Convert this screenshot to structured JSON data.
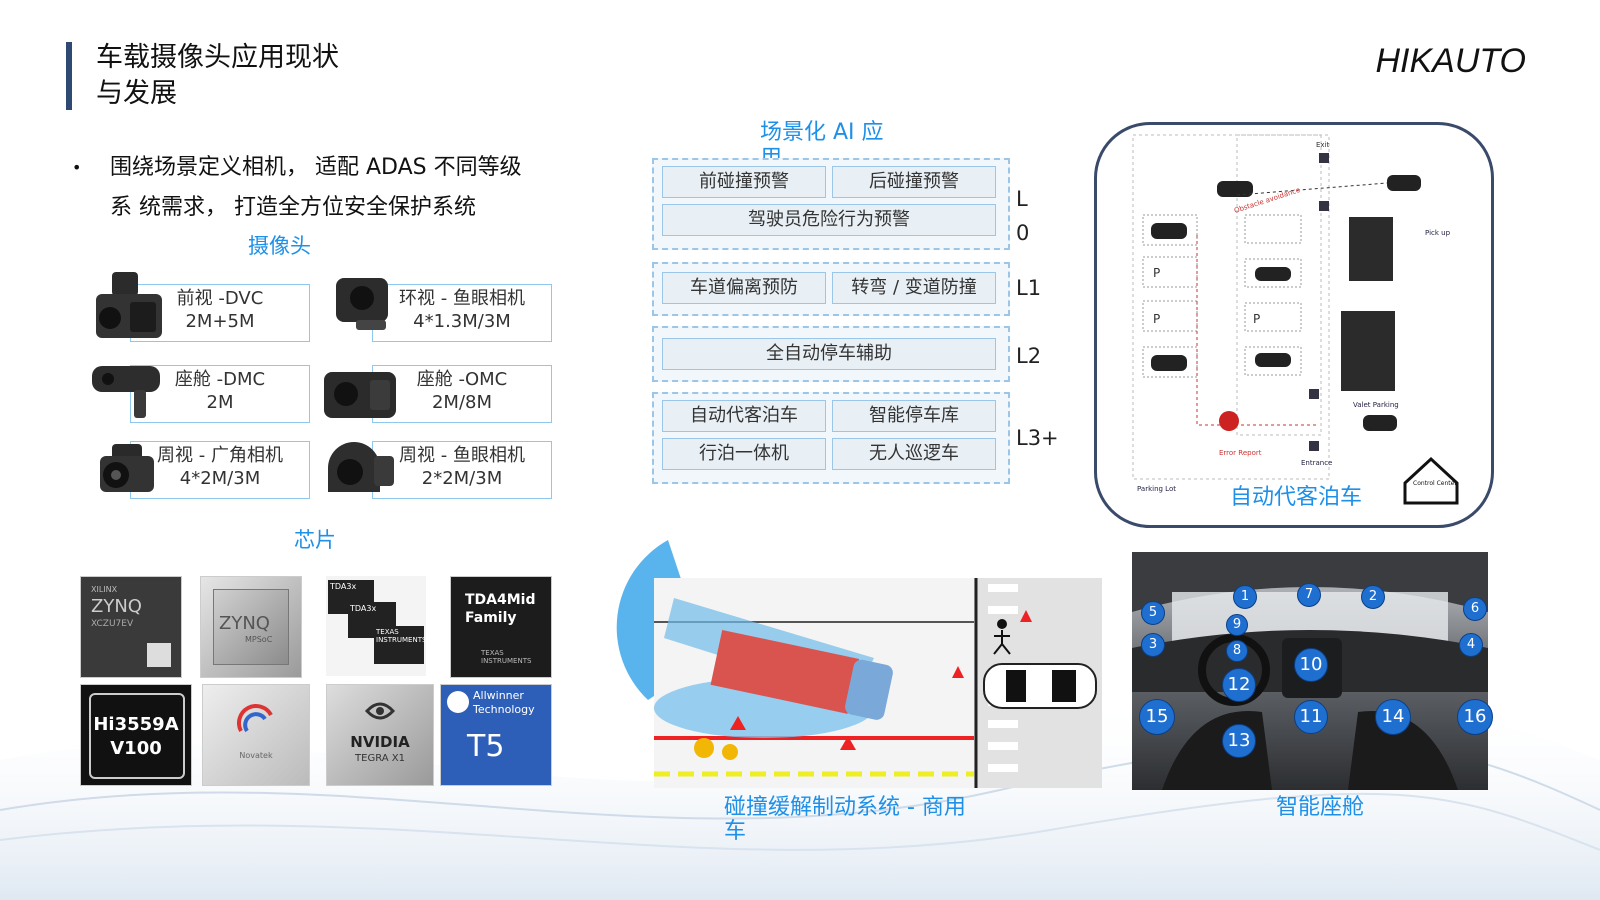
{
  "title": "车载摄像头应用现状\n与发展",
  "brand": "HIKAUTO",
  "bullet": {
    "marker": "•",
    "text": "围绕场景定义相机，  适配 ADAS 不同等级\n系 统需求，   打造全方位安全保护系统"
  },
  "cameras": {
    "heading": "摄像头",
    "items": [
      {
        "line1": "前视 -DVC",
        "line2": "2M+5M"
      },
      {
        "line1": "环视 - 鱼眼相机",
        "line2": "4*1.3M/3M"
      },
      {
        "line1": "座舱 -DMC",
        "line2": "2M"
      },
      {
        "line1": "座舱 -OMC",
        "line2": "2M/8M"
      },
      {
        "line1": "周视 - 广角相机",
        "line2": "4*2M/3M"
      },
      {
        "line1": "周视 - 鱼眼相机",
        "line2": "2*2M/3M"
      }
    ]
  },
  "chips": {
    "heading": "芯片",
    "items": [
      {
        "top": "XILINX",
        "main": "ZYNQ",
        "sub": "XCZU7EV"
      },
      {
        "top": "",
        "main": "ZYNQ",
        "sub": "MPSoC"
      },
      {
        "top": "TDA3x",
        "main": "TDA3x",
        "sub": "TEXAS INSTRUMENTS"
      },
      {
        "top": "",
        "main": "TDA4Mid\nFamily",
        "sub": "TEXAS INSTRUMENTS"
      },
      {
        "top": "",
        "main": "Hi3559A\nV100",
        "sub": ""
      },
      {
        "top": "",
        "main": "",
        "sub": "Novatek"
      },
      {
        "top": "",
        "main": "NVIDIA",
        "sub": "TEGRA X1"
      },
      {
        "top": "Allwinner\nTechnology",
        "main": "T5",
        "sub": ""
      }
    ]
  },
  "ai": {
    "heading": "场景化 AI 应\n用",
    "levels": [
      {
        "tag": "L\n0",
        "features": [
          "前碰撞预警",
          "后碰撞预警",
          "驾驶员危险行为预警"
        ]
      },
      {
        "tag": "L1",
        "features": [
          "车道偏离预防",
          "转弯 / 变道防撞"
        ]
      },
      {
        "tag": "L2",
        "features": [
          "全自动停车辅助"
        ]
      },
      {
        "tag": "L3+",
        "features": [
          "自动代客泊车",
          "智能停车库",
          "行泊一体机",
          "无人巡逻车"
        ]
      }
    ]
  },
  "parking": {
    "caption": "自动代客泊车",
    "labels": {
      "exit": "Exit",
      "obstacle": "Obstacle avoidance",
      "pickup": "Pick up",
      "valet": "Valet Parking",
      "error": "Error Report",
      "entrance": "Entrance",
      "lot": "Parking Lot",
      "control": "Control\nCenter",
      "p": "P"
    }
  },
  "braking": {
    "caption": "碰撞缓解制动系统 - 商用\n车"
  },
  "cabin": {
    "caption": "智能座舱",
    "markers": [
      "1",
      "2",
      "3",
      "4",
      "5",
      "6",
      "7",
      "8",
      "9",
      "10",
      "11",
      "12",
      "13",
      "14",
      "15",
      "16"
    ]
  },
  "colors": {
    "accent": "#1e90e8",
    "title_bar": "#2f4a72",
    "level_border": "#9cc6e8",
    "marker": "#1f6fd0"
  }
}
